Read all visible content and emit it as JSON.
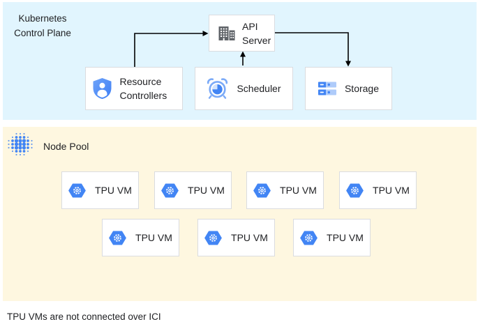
{
  "colors": {
    "control_plane_bg": "#e1f5fe",
    "node_pool_bg": "#fef7e0",
    "box_bg": "#ffffff",
    "box_border": "#dadce0",
    "accent_blue": "#4285f4",
    "light_blue": "#aecbfa",
    "mid_blue": "#7baaf7",
    "wedge_blue": "#d2e3fc",
    "icon_gray": "#5f6368",
    "arrow": "#000000",
    "text": "#202124"
  },
  "control_plane": {
    "title": "Kubernetes Control Plane",
    "boxes": {
      "api_server": "API Server",
      "resource_controllers": "Resource Controllers",
      "scheduler": "Scheduler",
      "storage": "Storage"
    }
  },
  "node_pool": {
    "title": "Node Pool",
    "vms": [
      "TPU VM",
      "TPU VM",
      "TPU VM",
      "TPU VM",
      "TPU VM",
      "TPU VM",
      "TPU VM"
    ]
  },
  "caption": "TPU VMs are not connected over ICI"
}
